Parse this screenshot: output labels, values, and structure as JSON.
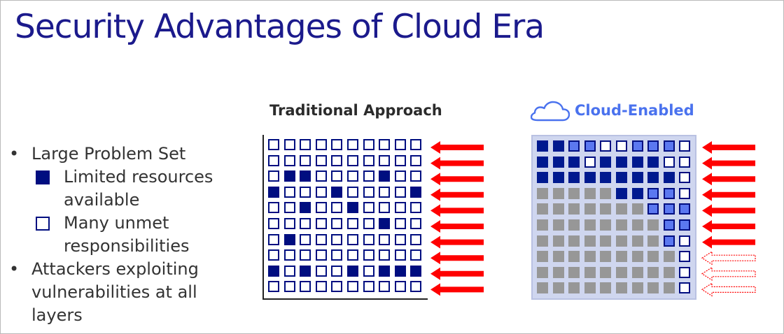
{
  "slide": {
    "title": "Security Advantages of Cloud Era"
  },
  "bullets": {
    "items": [
      {
        "text": "Large Problem Set"
      },
      {
        "text": "Attackers exploiting vulnerabilities at all layers"
      }
    ],
    "legend": [
      {
        "text": "Limited resources available",
        "style": "filled"
      },
      {
        "text": "Many unmet responsibilities",
        "style": "empty"
      }
    ]
  },
  "traditional": {
    "title": "Traditional Approach",
    "grid": [
      "EEEEEEEEEE",
      "EEEEEEEEEE",
      "EFFEEEEFEE",
      "FEEEFEEEEF",
      "EEFEEFEEEE",
      "EEEEEEEFEE",
      "EFEEEEEEEE",
      "EEEEEEEEEE",
      "FEFEEFEFFF",
      "EEEEEEEEEE"
    ],
    "arrows": [
      "solid",
      "solid",
      "solid",
      "solid",
      "solid",
      "solid",
      "solid",
      "solid",
      "solid",
      "solid"
    ]
  },
  "cloud": {
    "title": "Cloud-Enabled",
    "grid": [
      "DDLLEELLLE",
      "DDDEDDDDEE",
      "DDDDDDDDDE",
      "GGGGGDDLLE",
      "GGGGGGGLLL",
      "GGGGGGGGLL",
      "GGGGGGGGLE",
      "GGGGGGGGGE",
      "GGGGGGGGGE",
      "GGGGGGGGGE"
    ],
    "arrows": [
      "solid",
      "solid",
      "solid",
      "solid",
      "solid",
      "solid",
      "solid",
      "dashed",
      "dashed",
      "dashed"
    ]
  },
  "colors": {
    "navy": "#000e80",
    "dark_fill": "#00198f",
    "light_fill": "#5b78f0",
    "gray_fill": "#979797",
    "arrow_red": "#ff0000",
    "cloud_blue": "#4a72ee",
    "cloud_panel": "#cfd6ef"
  },
  "icons": {
    "cloud": "cloud-icon",
    "arrow": "left-arrow-icon"
  }
}
